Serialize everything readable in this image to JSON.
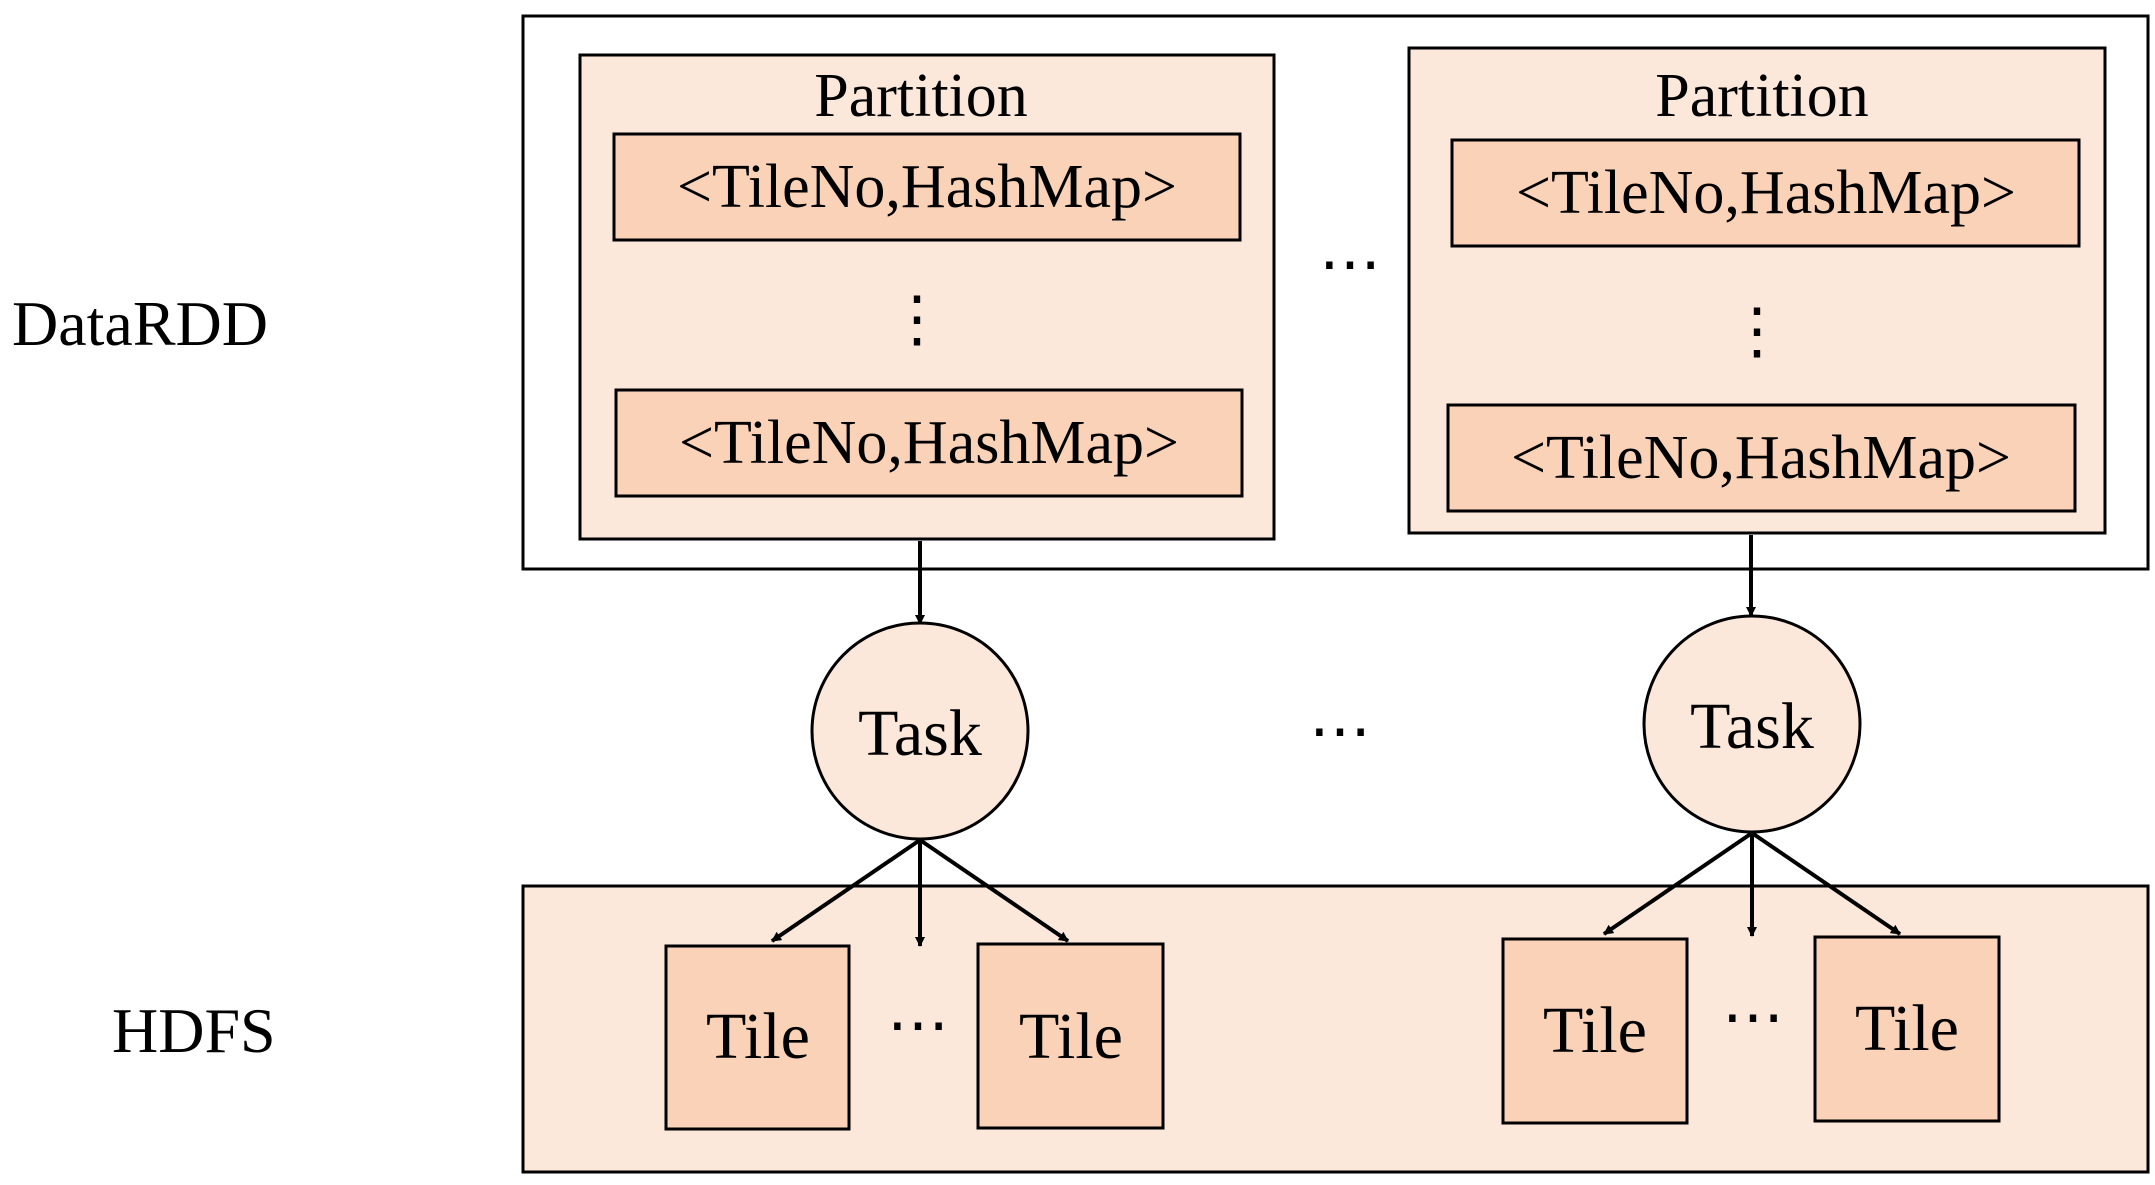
{
  "labels": {
    "datardd": "DataRDD",
    "hdfs": "HDFS"
  },
  "partitions": [
    {
      "title": "Partition",
      "records": [
        "<TileNo,HashMap>",
        "<TileNo,HashMap>"
      ],
      "task_label": "Task",
      "tiles": [
        "Tile",
        "Tile"
      ],
      "tiles_ellipsis": "⋯"
    },
    {
      "title": "Partition",
      "records": [
        "<TileNo,HashMap>",
        "<TileNo,HashMap>"
      ],
      "task_label": "Task",
      "tiles": [
        "Tile",
        "Tile"
      ],
      "tiles_ellipsis": "⋯"
    }
  ],
  "ellipsis": {
    "between_partitions": "⋯",
    "between_tasks": "⋯"
  },
  "colors": {
    "outline": "#000000",
    "light_fill": "#fce8da",
    "dark_fill": "#f9d2b8",
    "background": "#ffffff"
  }
}
